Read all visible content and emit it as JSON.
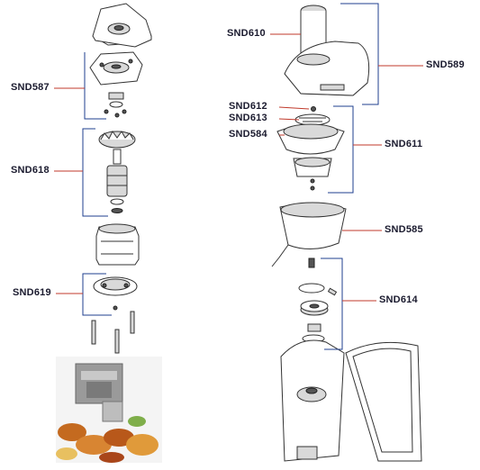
{
  "diagram": {
    "labels": {
      "snd587": "SND587",
      "snd618": "SND618",
      "snd619": "SND619",
      "snd610": "SND610",
      "snd589": "SND589",
      "snd612": "SND612",
      "snd613": "SND613",
      "snd584": "SND584",
      "snd611": "SND611",
      "snd585": "SND585",
      "snd614": "SND614"
    },
    "colors": {
      "leader_line": "#c0392b",
      "bracket": "#1f3f8f",
      "label_text": "#1a1a2e",
      "part_outline": "#333333"
    }
  }
}
